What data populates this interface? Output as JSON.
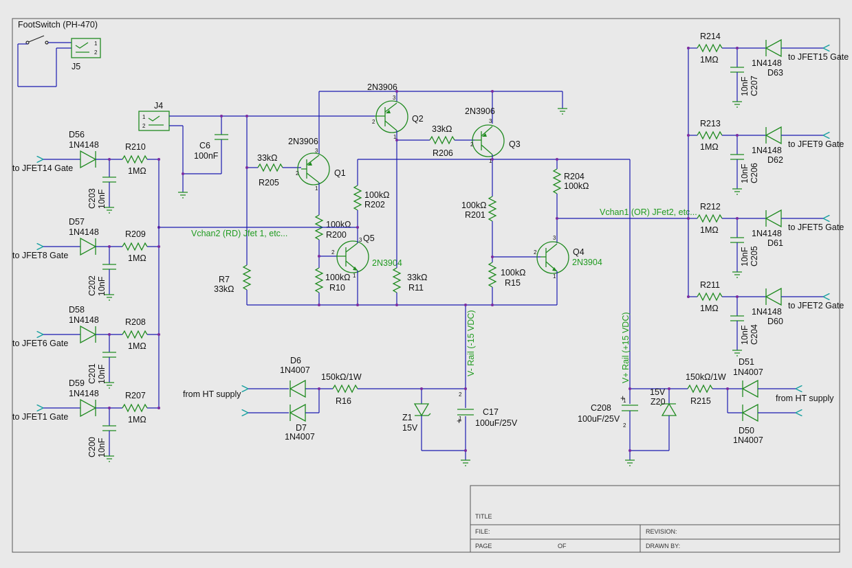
{
  "footswitch": {
    "title": "FootSwitch (PH-470)",
    "ref": "J5",
    "pin1": "1",
    "pin2": "2"
  },
  "jack_j4": {
    "ref": "J4",
    "pin1": "1",
    "pin2": "2"
  },
  "gate_outputs_left": [
    {
      "diode": "D56",
      "diode_type": "1N4148",
      "resistor": "R210",
      "r_value": "1MΩ",
      "cap": "C203",
      "c_value": "10nF",
      "label": "to JFET14 Gate"
    },
    {
      "diode": "D57",
      "diode_type": "1N4148",
      "resistor": "R209",
      "r_value": "1MΩ",
      "cap": "C202",
      "c_value": "10nF",
      "label": "to JFET8 Gate"
    },
    {
      "diode": "D58",
      "diode_type": "1N4148",
      "resistor": "R208",
      "r_value": "1MΩ",
      "cap": "C201",
      "c_value": "10nF",
      "label": "to JFET6 Gate"
    },
    {
      "diode": "D59",
      "diode_type": "1N4148",
      "resistor": "R207",
      "r_value": "1MΩ",
      "cap": "C200",
      "c_value": "10nF",
      "label": "to JFET1 Gate"
    }
  ],
  "gate_outputs_right": [
    {
      "diode": "D63",
      "diode_type": "1N4148",
      "resistor": "R214",
      "r_value": "1MΩ",
      "cap": "C207",
      "c_value": "10nF",
      "label": "to JFET15 Gate"
    },
    {
      "diode": "D62",
      "diode_type": "1N4148",
      "resistor": "R213",
      "r_value": "1MΩ",
      "cap": "C206",
      "c_value": "10nF",
      "label": "to JFET9 Gate"
    },
    {
      "diode": "D61",
      "diode_type": "1N4148",
      "resistor": "R212",
      "r_value": "1MΩ",
      "cap": "C205",
      "c_value": "10nF",
      "label": "to JFET5 Gate"
    },
    {
      "diode": "D60",
      "diode_type": "1N4148",
      "resistor": "R211",
      "r_value": "1MΩ",
      "cap": "C204",
      "c_value": "10nF",
      "label": "to JFET2 Gate"
    }
  ],
  "nets": {
    "vchan2": "Vchan2 (RD) Jfet 1, etc...",
    "vchan1": "Vchan1 (OR) JFet2, etc...",
    "vminus": "V- Rail (-15 VDC)",
    "vplus": "V+ Rail (+15 VDC)"
  },
  "c6": {
    "ref": "C6",
    "value": "100nF"
  },
  "q1": {
    "ref": "Q1",
    "type": "2N3906"
  },
  "q2": {
    "ref": "Q2",
    "type": "2N3906"
  },
  "q3": {
    "ref": "Q3",
    "type": "2N3906"
  },
  "q4": {
    "ref": "Q4",
    "type": "2N3904"
  },
  "q5": {
    "ref": "Q5",
    "type": "2N3904"
  },
  "r205": {
    "ref": "R205",
    "value": "33kΩ"
  },
  "r206": {
    "ref": "R206",
    "value": "33kΩ"
  },
  "r7": {
    "ref": "R7",
    "value": "33kΩ"
  },
  "r202": {
    "ref": "R202",
    "value": "100kΩ"
  },
  "r200": {
    "ref": "R200",
    "value": "100kΩ"
  },
  "r10": {
    "ref": "R10",
    "value": "100kΩ"
  },
  "r11": {
    "ref": "R11",
    "value": "33kΩ"
  },
  "r201": {
    "ref": "R201",
    "value": "100kΩ"
  },
  "r15": {
    "ref": "R15",
    "value": "100kΩ"
  },
  "r204": {
    "ref": "R204",
    "value": "100kΩ"
  },
  "neg_supply": {
    "source": "from HT supply",
    "d6": "D6",
    "d6_type": "1N4007",
    "d7": "D7",
    "d7_type": "1N4007",
    "r16": "R16",
    "r16_value": "150kΩ/1W",
    "z1": "Z1",
    "z1_value": "15V",
    "c17": "C17",
    "c17_value": "100uF/25V"
  },
  "pos_supply": {
    "source": "from HT supply",
    "d51": "D51",
    "d51_type": "1N4007",
    "d50": "D50",
    "d50_type": "1N4007",
    "r215": "R215",
    "r215_value": "150kΩ/1W",
    "z20": "Z20",
    "z20_value": "15V",
    "c208": "C208",
    "c208_value": "100uF/25V"
  },
  "title_block": {
    "title": "TITLE",
    "file": "FILE:",
    "page": "PAGE",
    "of": "OF",
    "revision": "REVISION:",
    "drawn_by": "DRAWN BY:"
  }
}
